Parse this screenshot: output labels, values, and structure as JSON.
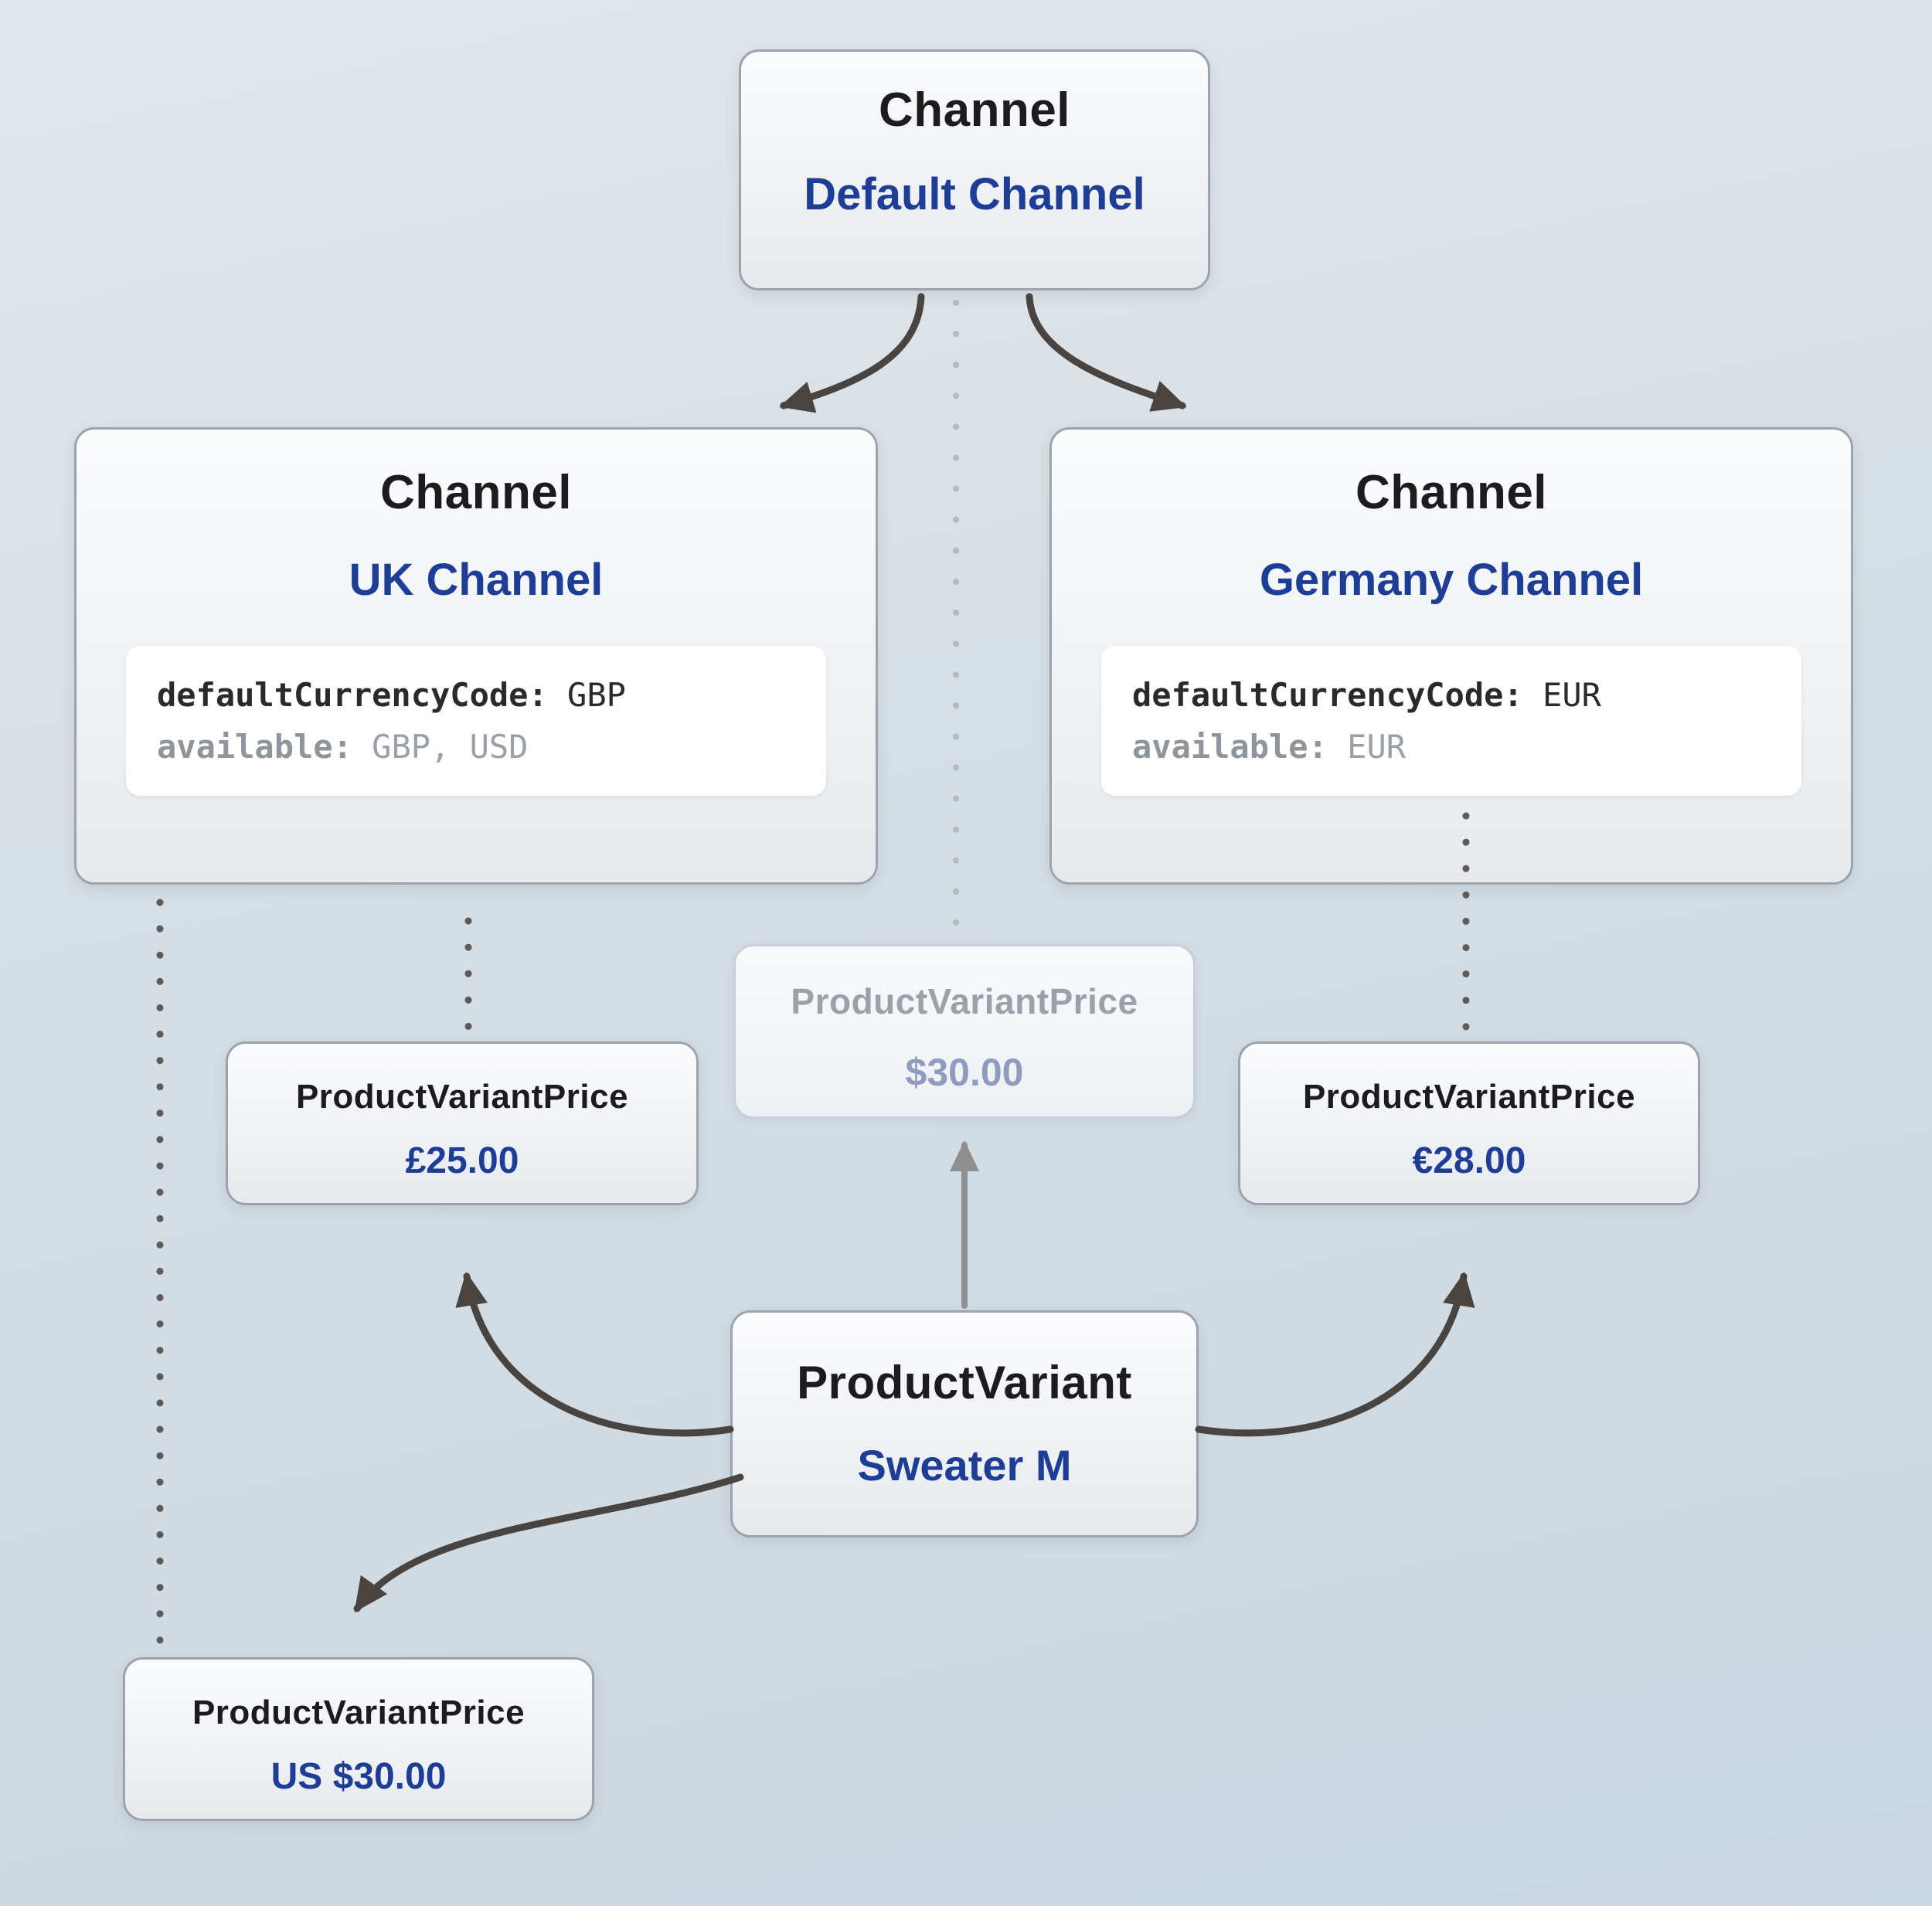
{
  "nodes": {
    "default_channel": {
      "type": "Channel",
      "name": "Default Channel"
    },
    "uk_channel": {
      "type": "Channel",
      "name": "UK Channel",
      "currency_key": "defaultCurrencyCode:",
      "currency_value": "GBP",
      "available_key": "available:",
      "available_value": "GBP, USD"
    },
    "germany_channel": {
      "type": "Channel",
      "name": "Germany Channel",
      "currency_key": "defaultCurrencyCode:",
      "currency_value": "EUR",
      "available_key": "available:",
      "available_value": "EUR"
    },
    "default_price": {
      "type": "ProductVariantPrice",
      "value": "$30.00"
    },
    "uk_price": {
      "type": "ProductVariantPrice",
      "value": "£25.00"
    },
    "germany_price": {
      "type": "ProductVariantPrice",
      "value": "€28.00"
    },
    "usd_price": {
      "type": "ProductVariantPrice",
      "value": "US $30.00"
    },
    "product_variant": {
      "type": "ProductVariant",
      "name": "Sweater M"
    }
  },
  "colors": {
    "accent_blue": "#1e3d96",
    "arrow_dark": "#4a4440",
    "arrow_gray": "#8f8f8f",
    "dot_dark": "#5f5a56",
    "dot_light": "#b3bac0",
    "muted_text": "#99a1ab"
  }
}
